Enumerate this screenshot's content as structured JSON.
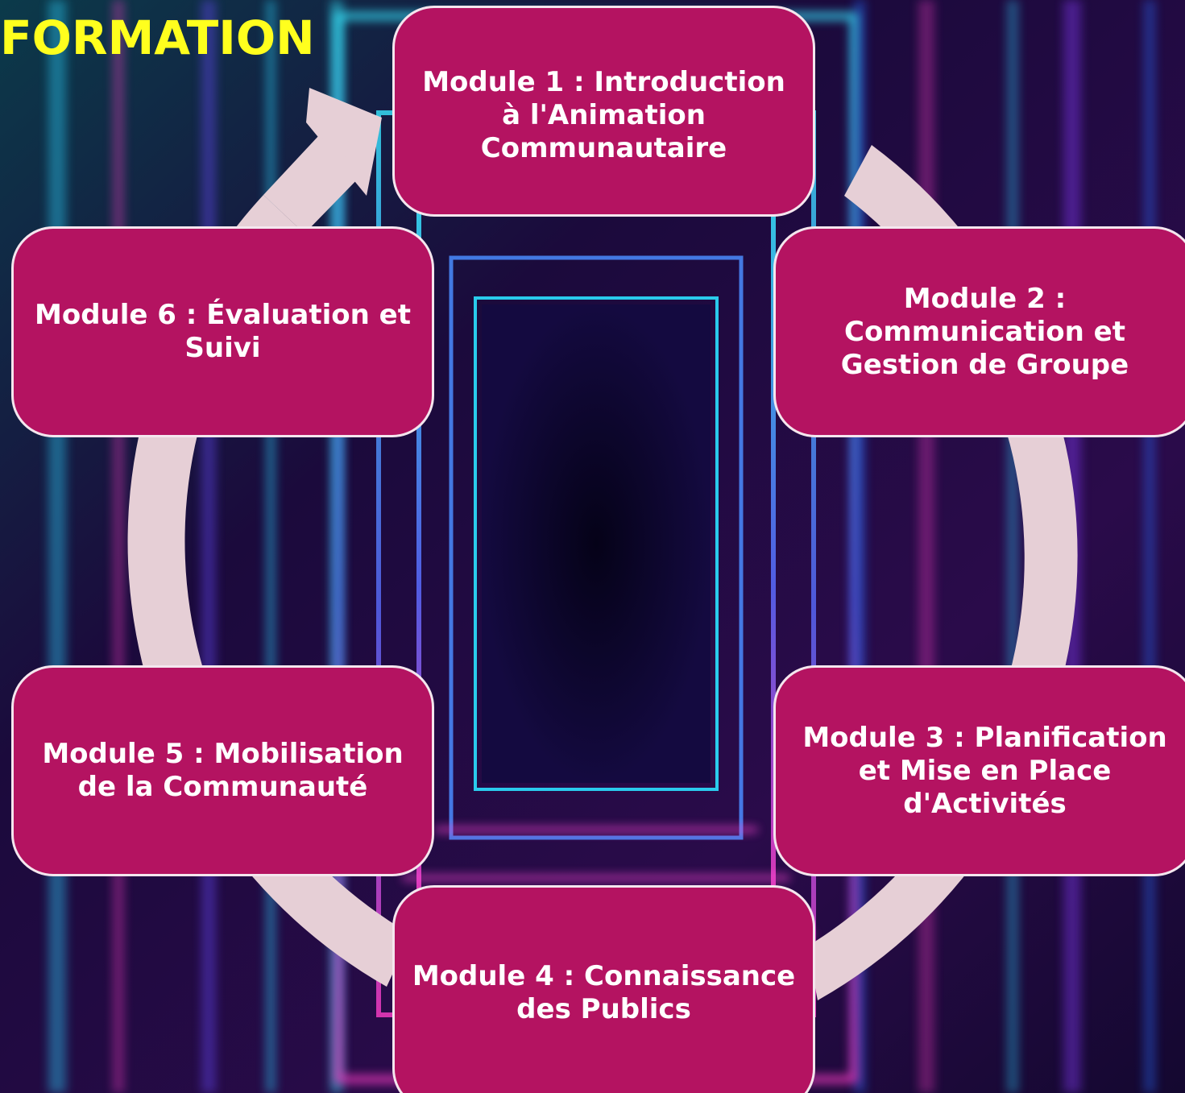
{
  "title": "FORMATION",
  "colors": {
    "title": "#ffff1e",
    "box_fill": "#b41361",
    "box_border": "#f4e6ee",
    "cycle_arrow": "#e6cfd6",
    "module_text": "#ffffff"
  },
  "modules": [
    {
      "label": "Module 1 : Introduction à l'Animation Communautaire"
    },
    {
      "label": "Module 2 : Communication et Gestion de Groupe"
    },
    {
      "label": "Module 3 : Planification et Mise en Place d'Activités"
    },
    {
      "label": "Module 4 : Connaissance des Publics"
    },
    {
      "label": "Module 5 : Mobilisation de la Communauté"
    },
    {
      "label": "Module 6 : Évaluation et Suivi"
    }
  ]
}
